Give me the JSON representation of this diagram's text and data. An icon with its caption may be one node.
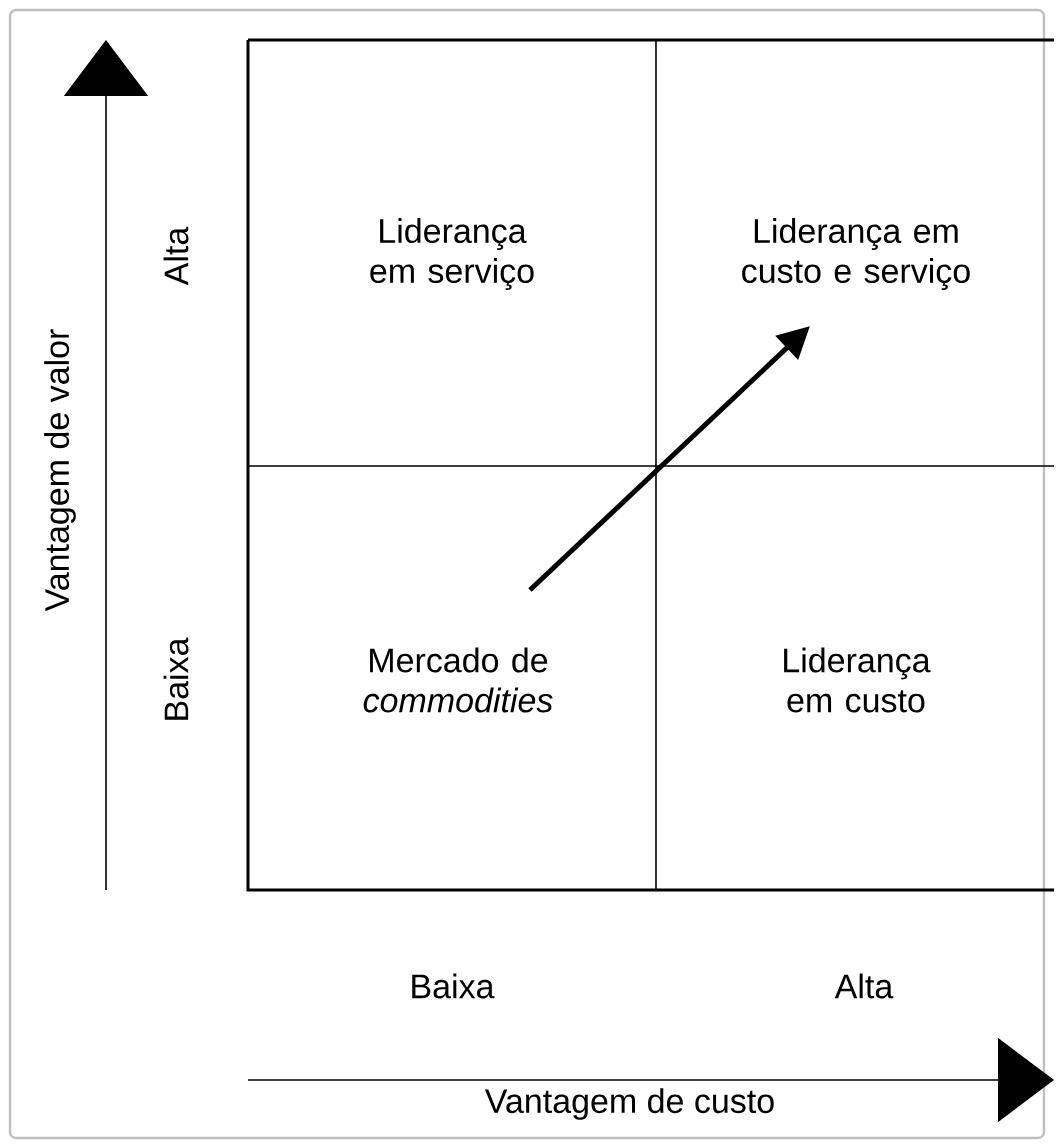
{
  "diagram": {
    "nodes": [
      {
        "text": [
          "Liderança em serviço"
        ]
      },
      {
        "text": [
          "Liderança em custo e serviço"
        ]
      },
      {
        "text": [
          "Mercado de *commodities*"
        ]
      },
      {
        "text": [
          "Liderança em custo"
        ]
      }
    ],
    "edges": [
      {
        "from": 2,
        "to": 1,
        "arrow": "to"
      }
    ],
    "labels": [
      "Vantagem de valor",
      "Alta",
      "Baixa",
      "Baixa",
      "Alta",
      "Vantagem de custo"
    ]
  }
}
